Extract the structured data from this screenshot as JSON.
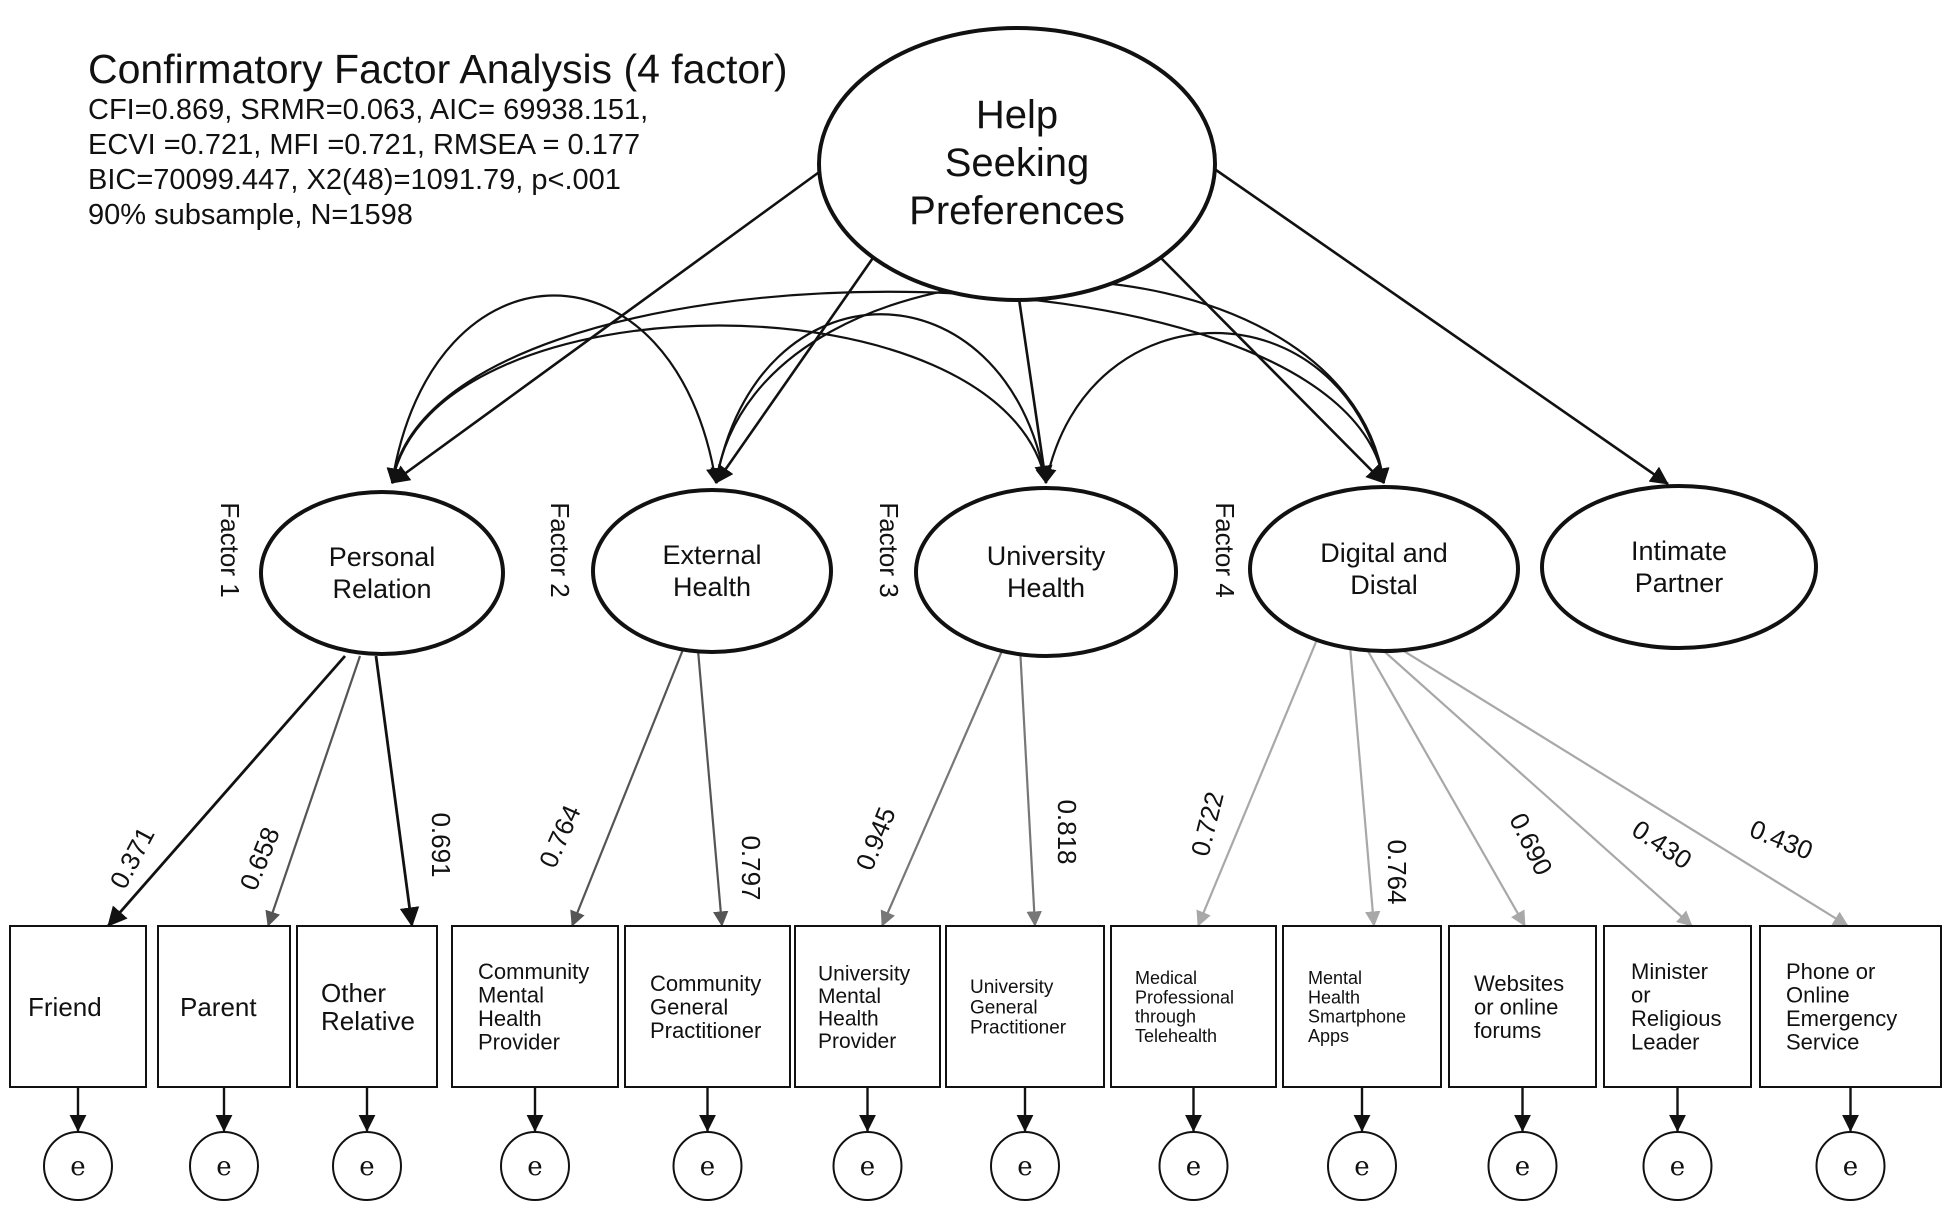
{
  "header": {
    "title": "Confirmatory Factor Analysis (4 factor)",
    "fit_lines": [
      "CFI=0.869, SRMR=0.063,  AIC= 69938.151,",
      "ECVI =0.721, MFI =0.721, RMSEA = 0.177",
      "BIC=70099.447, X2(48)=1091.79, p<.001",
      "90% subsample, N=1598"
    ]
  },
  "top_factor": {
    "lines": [
      "Help",
      "Seeking",
      "Preferences"
    ]
  },
  "factors": [
    {
      "id": "personal-relation",
      "lines": [
        "Personal",
        "Relation"
      ],
      "label": "Factor 1"
    },
    {
      "id": "external-health",
      "lines": [
        "External",
        "Health"
      ],
      "label": "Factor 2"
    },
    {
      "id": "university-health",
      "lines": [
        "University",
        "Health"
      ],
      "label": "Factor 3"
    },
    {
      "id": "digital-distal",
      "lines": [
        "Digital and",
        "Distal"
      ],
      "label": "Factor 4"
    },
    {
      "id": "intimate-partner",
      "lines": [
        "Intimate",
        "Partner"
      ],
      "label": ""
    }
  ],
  "indicators": [
    {
      "id": "friend",
      "lines": [
        "Friend"
      ],
      "factor": 0,
      "loading": "0.371"
    },
    {
      "id": "parent",
      "lines": [
        "Parent"
      ],
      "factor": 0,
      "loading": "0.658"
    },
    {
      "id": "other-relative",
      "lines": [
        "Other",
        "Relative"
      ],
      "factor": 0,
      "loading": "0.691"
    },
    {
      "id": "community-mental-health-provider",
      "lines": [
        "Community",
        "Mental",
        "Health",
        "Provider"
      ],
      "factor": 1,
      "loading": "0.764"
    },
    {
      "id": "community-general-practitioner",
      "lines": [
        "Community",
        "General",
        "Practitioner"
      ],
      "factor": 1,
      "loading": "0.797"
    },
    {
      "id": "university-mental-health-provider",
      "lines": [
        "University",
        "Mental",
        "Health",
        "Provider"
      ],
      "factor": 2,
      "loading": "0.945"
    },
    {
      "id": "university-general-practitioner",
      "lines": [
        "University",
        "General",
        "Practitioner"
      ],
      "factor": 2,
      "loading": "0.818"
    },
    {
      "id": "medical-professional-telehealth",
      "lines": [
        "Medical",
        "Professional",
        "through",
        "Telehealth"
      ],
      "factor": 3,
      "loading": "0.722"
    },
    {
      "id": "mental-health-smartphone-apps",
      "lines": [
        "Mental",
        "Health",
        "Smartphone",
        "Apps"
      ],
      "factor": 3,
      "loading": "0.764"
    },
    {
      "id": "websites-online-forums",
      "lines": [
        "Websites",
        "or online",
        "forums"
      ],
      "factor": 3,
      "loading": "0.690"
    },
    {
      "id": "minister-religious-leader",
      "lines": [
        "Minister",
        "or",
        "Religious",
        "Leader"
      ],
      "factor": 3,
      "loading": "0.430"
    },
    {
      "id": "phone-online-emergency",
      "lines": [
        "Phone or",
        "Online",
        "Emergency",
        "Service"
      ],
      "factor": 3,
      "loading": "0.430"
    }
  ],
  "error_label": "e",
  "colors": {
    "ink": "#111111",
    "gray_dark": "#555555",
    "gray_mid": "#777777",
    "gray_light": "#a8a8a8"
  }
}
